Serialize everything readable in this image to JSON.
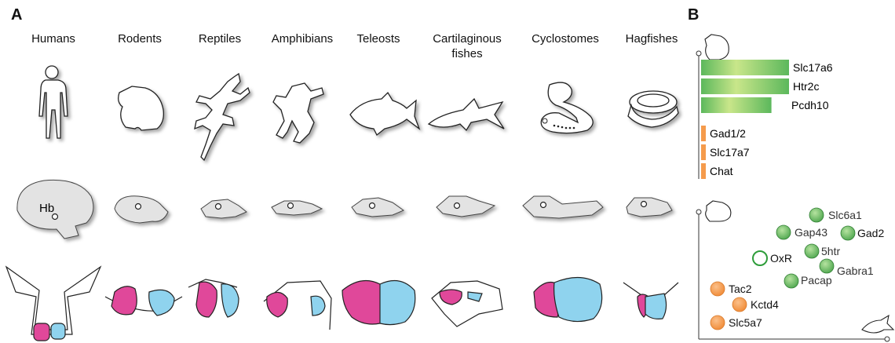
{
  "panel_a": {
    "letter": "A",
    "species": [
      "Humans",
      "Rodents",
      "Reptiles",
      "Amphibians",
      "Teleosts",
      "Cartilaginous fishes",
      "Cyclostomes",
      "Hagfishes"
    ],
    "brain_marker_label": "Hb"
  },
  "panel_b": {
    "letter": "B",
    "bars_green": [
      {
        "gene": "Slc17a6",
        "value": 1.0
      },
      {
        "gene": "Htr2c",
        "value": 1.0
      },
      {
        "gene": "Pcdh10",
        "value": 0.8
      }
    ],
    "bars_orange": [
      {
        "gene": "Gad1/2"
      },
      {
        "gene": "Slc17a7"
      },
      {
        "gene": "Chat"
      }
    ],
    "scatter_green": [
      "Slc6a1",
      "Gap43",
      "Gad2",
      "5htr",
      "Gabra1",
      "Pacap"
    ],
    "scatter_open": [
      "OxR"
    ],
    "scatter_orange": [
      "Tac2",
      "Kctd4",
      "Slc5a7"
    ]
  },
  "colors": {
    "medial_habenula": "#e0489a",
    "lateral_habenula": "#8fd3ee",
    "green": "#5cb85c",
    "orange": "#f59b4c",
    "outline": "#222222",
    "brain_fill": "#e3e3e3"
  }
}
